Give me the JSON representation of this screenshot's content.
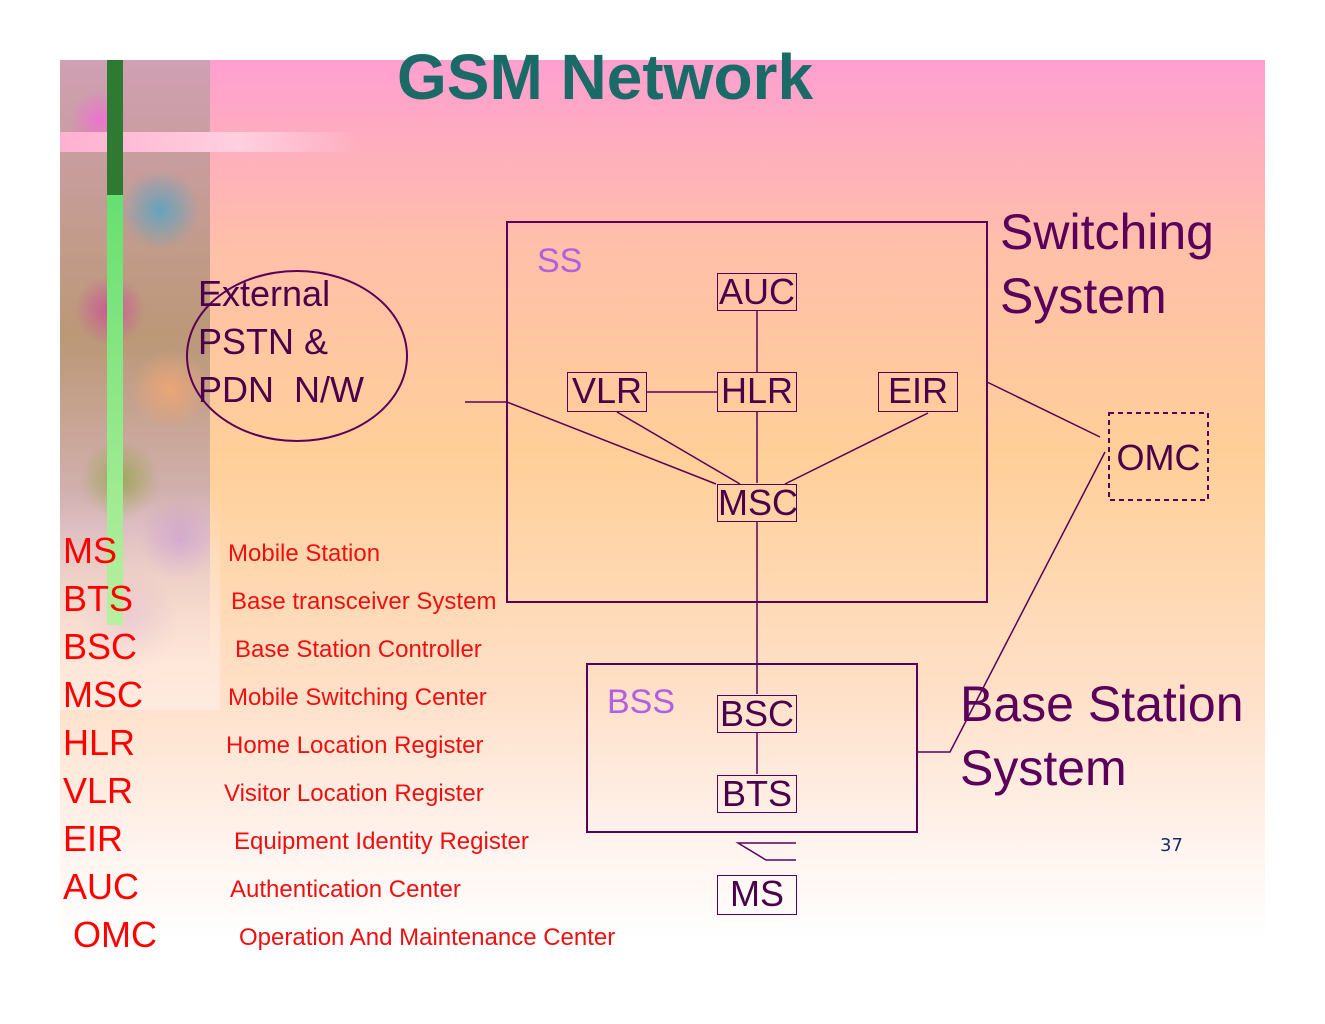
{
  "title": "GSM Network",
  "subsystems": {
    "ss_tag": "SS",
    "ss_name": "Switching\nSystem",
    "bss_tag": "BSS",
    "bss_name": "Base Station\nSystem"
  },
  "external": "External\nPSTN &\nPDN  N/W",
  "nodes": {
    "auc": "AUC",
    "vlr": "VLR",
    "hlr": "HLR",
    "eir": "EIR",
    "msc": "MSC",
    "omc": "OMC",
    "bsc": "BSC",
    "bts": "BTS",
    "ms": "MS"
  },
  "legend": [
    {
      "abbr": "MS",
      "def": "Mobile Station"
    },
    {
      "abbr": "BTS",
      "def": "Base transceiver System"
    },
    {
      "abbr": "BSC",
      "def": "Base Station Controller"
    },
    {
      "abbr": "MSC",
      "def": "Mobile Switching Center"
    },
    {
      "abbr": "HLR",
      "def": "Home Location Register"
    },
    {
      "abbr": "VLR",
      "def": "Visitor Location Register"
    },
    {
      "abbr": "EIR",
      "def": "Equipment Identity Register"
    },
    {
      "abbr": "AUC",
      "def": "Authentication Center"
    },
    {
      "abbr": "OMC",
      "def": "Operation And Maintenance Center"
    }
  ],
  "page_number": "37",
  "colors": {
    "title": "#1a6a68",
    "node_text": "#4a004a",
    "tag": "#b060e0",
    "legend": "#ff0000"
  }
}
